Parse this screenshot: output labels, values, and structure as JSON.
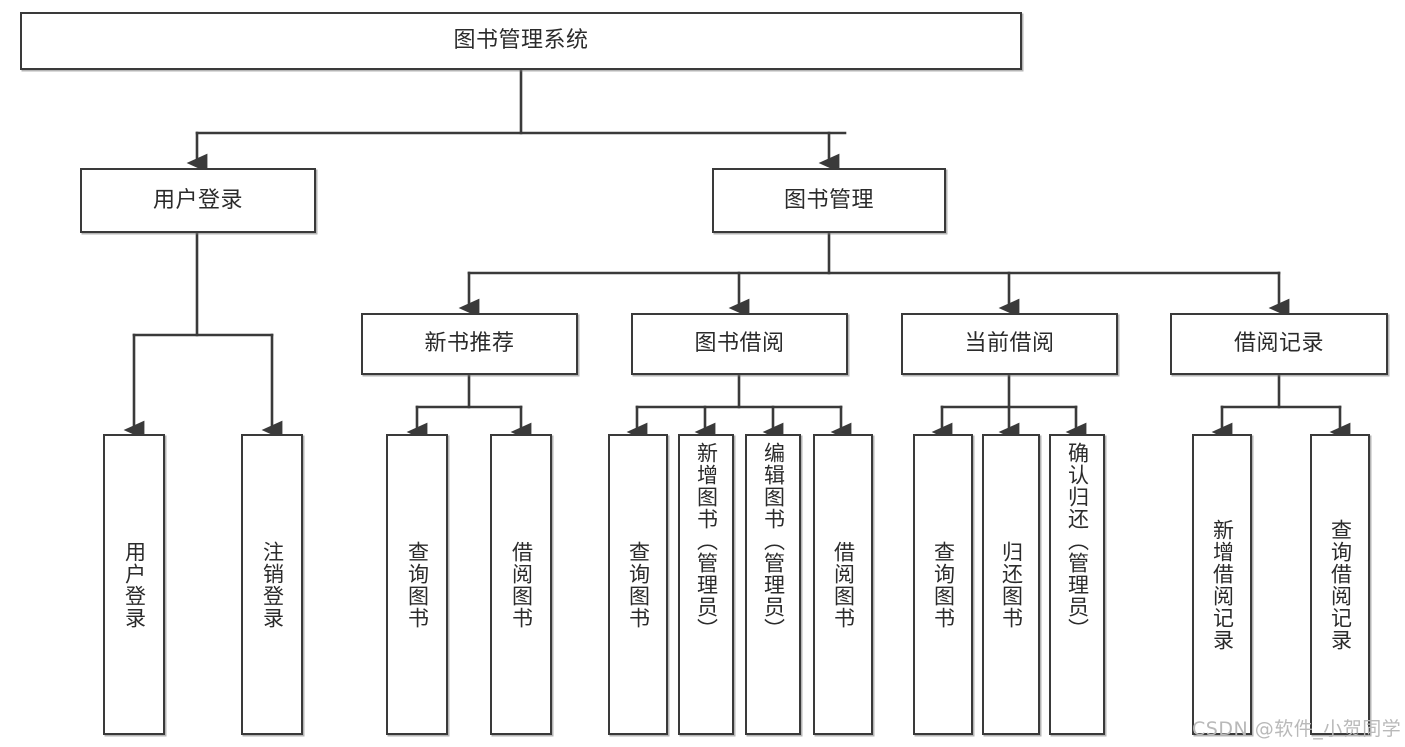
{
  "diagram": {
    "title": "图书管理系统",
    "type": "hierarchy-tree",
    "root": {
      "label": "图书管理系统"
    },
    "level2": [
      {
        "label": "用户登录"
      },
      {
        "label": "图书管理"
      }
    ],
    "level3": [
      {
        "label": "新书推荐"
      },
      {
        "label": "图书借阅"
      },
      {
        "label": "当前借阅"
      },
      {
        "label": "借阅记录"
      }
    ],
    "leaves": {
      "user_login": [
        {
          "label": "用户登录"
        },
        {
          "label": "注销登录"
        }
      ],
      "new_book_recommend": [
        {
          "label": "查询图书"
        },
        {
          "label": "借阅图书"
        }
      ],
      "book_borrow": [
        {
          "label": "查询图书"
        },
        {
          "label": "新增图书（管理员）"
        },
        {
          "label": "编辑图书（管理员）"
        },
        {
          "label": "借阅图书"
        }
      ],
      "current_borrow": [
        {
          "label": "查询图书"
        },
        {
          "label": "归还图书"
        },
        {
          "label": "确认归还（管理员）"
        }
      ],
      "borrow_record": [
        {
          "label": "新增借阅记录"
        },
        {
          "label": "查询借阅记录"
        }
      ]
    }
  },
  "watermark": {
    "text": "CSDN @软件_小贺同学"
  },
  "colors": {
    "stroke": "#3a3a3a",
    "box_fill": "#ffffff",
    "text": "#2b2b2b",
    "watermark": "#b9b9b9",
    "background": "#ffffff"
  }
}
